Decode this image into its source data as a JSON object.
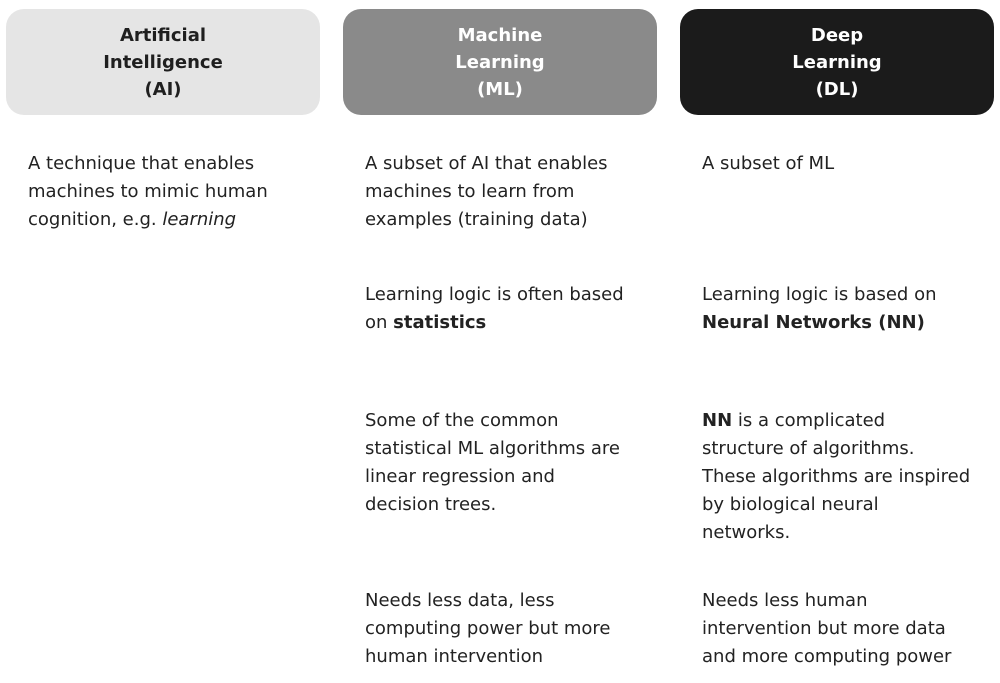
{
  "headers": {
    "ai": [
      "Artificial",
      "Intelligence",
      "(AI)"
    ],
    "ml": [
      "Machine",
      "Learning",
      "(ML)"
    ],
    "dl": [
      "Deep",
      "Learning",
      "(DL)"
    ]
  },
  "ai": {
    "definition": {
      "line1": "A technique that enables",
      "line2": "machines to mimic human",
      "line3_prefix": "cognition, e.g. ",
      "line3_emphasis": "learning"
    }
  },
  "ml": {
    "definition": [
      "A subset of AI that enables",
      "machines to learn from",
      "examples (training data)"
    ],
    "logic": {
      "line1": "Learning logic is often based",
      "line2_prefix": "on ",
      "line2_bold": "statistics"
    },
    "algorithms": [
      "Some of the common",
      "statistical ML algorithms are",
      "linear regression and",
      "decision trees."
    ],
    "needs": [
      "Needs less data, less",
      "computing power but more",
      "human intervention"
    ]
  },
  "dl": {
    "definition": [
      "A subset of ML"
    ],
    "logic": {
      "line1": "Learning logic is based on",
      "line2_bold": "Neural Networks (NN)"
    },
    "nn": {
      "line1_bold": "NN",
      "line1_rest": " is a complicated",
      "lines": [
        "structure of algorithms.",
        "These algorithms are inspired",
        "by biological neural",
        "networks."
      ]
    },
    "needs": [
      "Needs less human",
      "intervention but more data",
      "and more computing power"
    ]
  },
  "colors": {
    "ai_header_bg": "#e5e5e5",
    "ml_header_bg": "#8a8a8a",
    "dl_header_bg": "#1b1b1b",
    "text": "#222222"
  }
}
